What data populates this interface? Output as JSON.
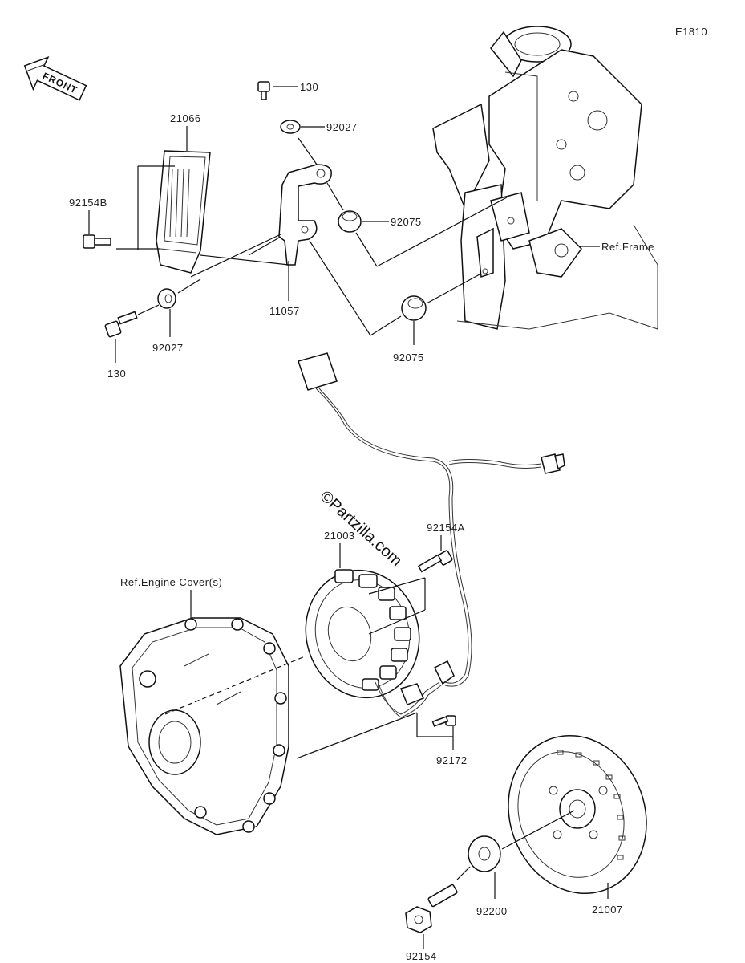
{
  "diagram_code": "E1810",
  "front_arrow": "FRONT",
  "watermark": "©Partzilla.com",
  "labels": {
    "p130_top": "130",
    "p92027_top": "92027",
    "p21066": "21066",
    "p92154B": "92154B",
    "p92075_top": "92075",
    "ref_frame": "Ref.Frame",
    "p11057": "11057",
    "p92027_bottom": "92027",
    "p130_bottom": "130",
    "p92075_bottom": "92075",
    "p21003": "21003",
    "p92154A": "92154A",
    "ref_engine_cover": "Ref.Engine Cover(s)",
    "p92172": "92172",
    "p92200": "92200",
    "p21007": "21007",
    "p92154": "92154"
  }
}
